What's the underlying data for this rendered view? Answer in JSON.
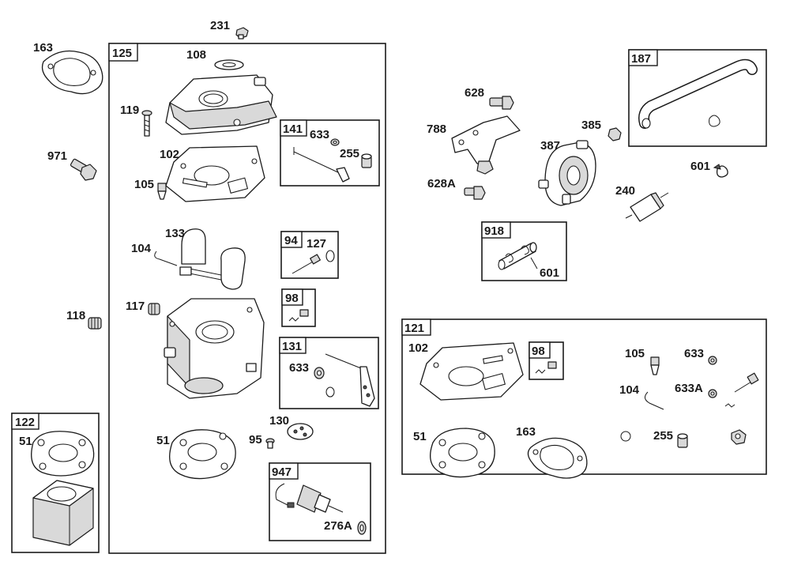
{
  "groups": {
    "g125": "125",
    "g122": "122",
    "g141": "141",
    "g94": "94",
    "g98a": "98",
    "g131": "131",
    "g947": "947",
    "g187": "187",
    "g918": "918",
    "g121": "121",
    "g98b": "98"
  },
  "labels": {
    "p231": "231",
    "p163_top": "163",
    "p108": "108",
    "p119": "119",
    "p971": "971",
    "p102": "102",
    "p105": "105",
    "p133": "133",
    "p104": "104",
    "p118": "118",
    "p117": "117",
    "p633_141": "633",
    "p255_141": "255",
    "p127": "127",
    "p633_131": "633",
    "p130": "130",
    "p95": "95",
    "p51_125": "51",
    "p51_122": "51",
    "p276A": "276A",
    "p628": "628",
    "p788": "788",
    "p628A": "628A",
    "p385": "385",
    "p387": "387",
    "p601_right": "601",
    "p240": "240",
    "p601_918": "601",
    "p102_121": "102",
    "p105_121": "105",
    "p633_121": "633",
    "p104_121": "104",
    "p633A": "633A",
    "p51_121": "51",
    "p163_121": "163",
    "p255_121": "255"
  }
}
